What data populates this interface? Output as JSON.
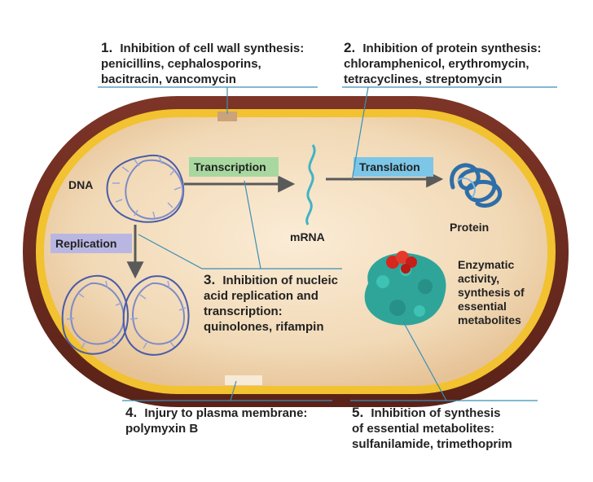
{
  "callouts": {
    "c1": {
      "number": "1.",
      "line1": "Inhibition of cell wall synthesis:",
      "line2": "penicillins, cephalosporins,",
      "line3": "bacitracin, vancomycin"
    },
    "c2": {
      "number": "2.",
      "line1": "Inhibition of protein synthesis:",
      "line2": "chloramphenicol, erythromycin,",
      "line3": "tetracyclines, streptomycin"
    },
    "c3": {
      "number": "3.",
      "line1": "Inhibition of nucleic",
      "line2": "acid replication and",
      "line3": "transcription:",
      "line4": "quinolones, rifampin"
    },
    "c4": {
      "number": "4.",
      "line1": "Injury to plasma membrane:",
      "line2": "polymyxin B"
    },
    "c5": {
      "number": "5.",
      "line1": "Inhibition of synthesis",
      "line2": "of essential metabolites:",
      "line3": "sulfanilamide, trimethoprim"
    }
  },
  "cell_labels": {
    "dna": "DNA",
    "mrna": "mRNA",
    "protein": "Protein",
    "transcription": "Transcription",
    "translation": "Translation",
    "replication": "Replication",
    "enzyme1": "Enzymatic",
    "enzyme2": "activity,",
    "enzyme3": "synthesis of",
    "enzyme4": "essential",
    "enzyme5": "metabolites"
  },
  "colors": {
    "cell_wall": "#6b2a1e",
    "membrane": "#f2c230",
    "cytoplasm": "#f3e0c4",
    "transcription_box": "#a8d8a0",
    "translation_box": "#7cc6e8",
    "replication_box": "#b9b7e2",
    "leader_line": "#3a8fb5",
    "enzyme": "#2fa59a",
    "substrate": "#d7261e"
  }
}
